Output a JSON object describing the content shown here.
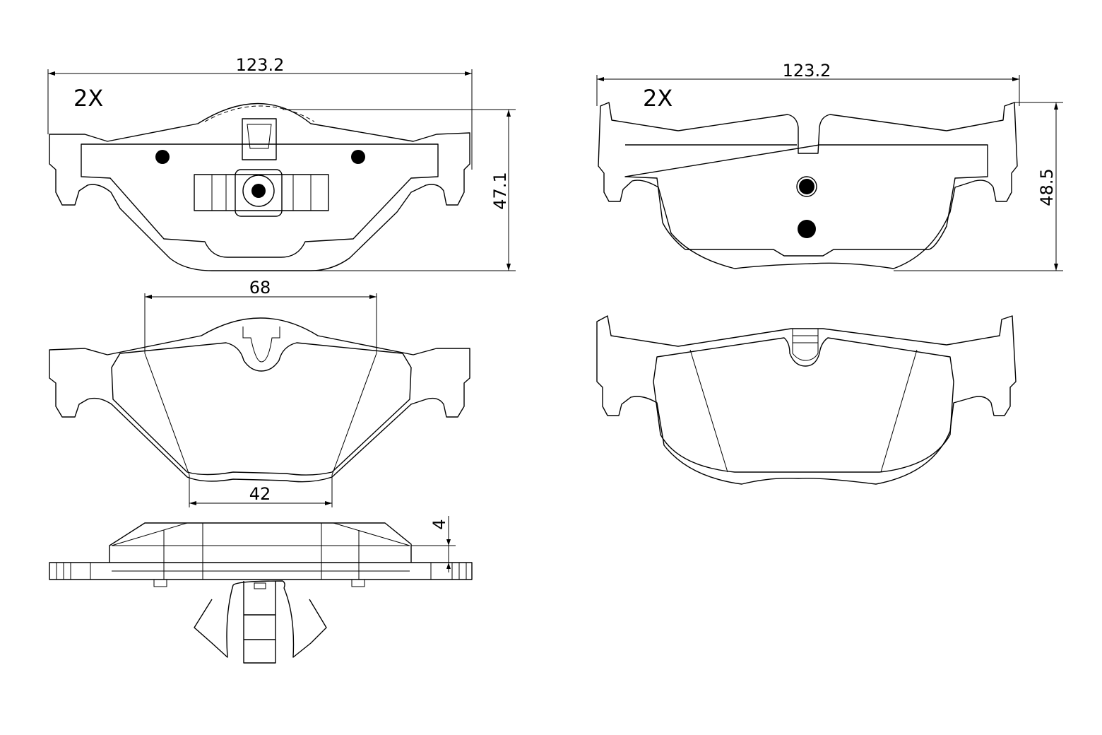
{
  "front_pad": {
    "quantity": "2X",
    "width_dim": "123.2",
    "height_dim": "47.1",
    "friction_top_dim": "68",
    "friction_bottom_dim": "42",
    "thickness_dim": "4"
  },
  "rear_pad": {
    "quantity": "2X",
    "width_dim": "123.2",
    "height_dim": "48.5"
  },
  "colors": {
    "line": "#000000",
    "background": "#ffffff"
  }
}
